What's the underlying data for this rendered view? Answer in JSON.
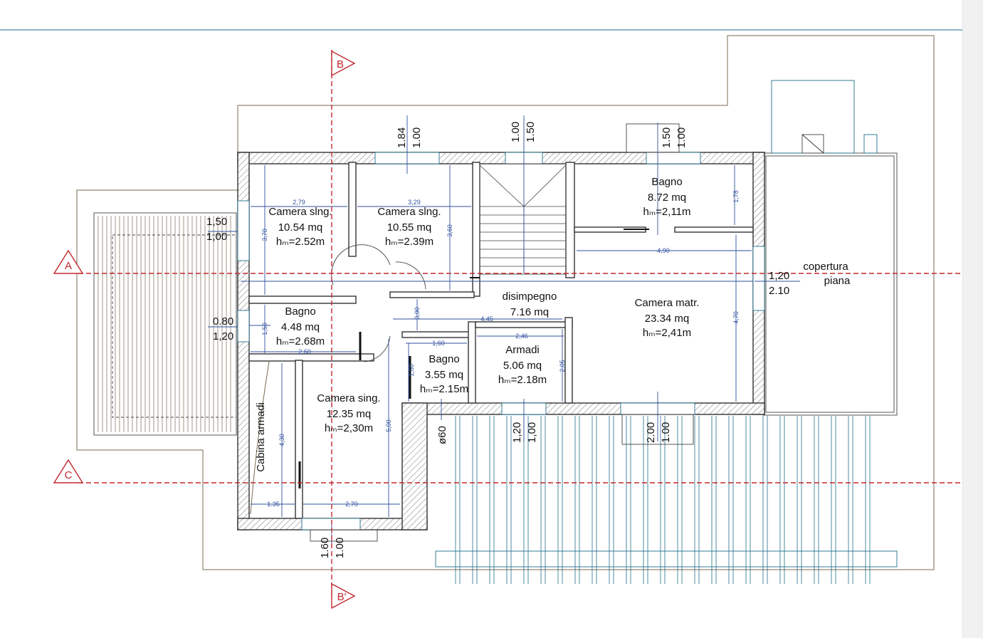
{
  "rooms": [
    {
      "name": "Camera slng.",
      "area": "10.54 mq",
      "height": "hₘ=2.52m"
    },
    {
      "name": "Camera slng.",
      "area": "10.55 mq",
      "height": "hₘ=2.39m"
    },
    {
      "name": "Bagno",
      "area": "8.72 mq",
      "height": "hₘ=2,11m"
    },
    {
      "name": "disimpegno",
      "area": "7.16 mq"
    },
    {
      "name": "Camera matr.",
      "area": "23.34 mq",
      "height": "hₘ=2,41m"
    },
    {
      "name": "Bagno",
      "area": "4.48 mq",
      "height": "hₘ=2.68m"
    },
    {
      "name": "Bagno",
      "area": "3.55 mq",
      "height": "hₘ=2.15m"
    },
    {
      "name": "Armadi",
      "area": "5.06 mq",
      "height": "hₘ=2.18m"
    },
    {
      "name": "Camera sing.",
      "area": "12.35 mq",
      "height": "hₘ=2,30m"
    },
    {
      "name": "Cabina armadi"
    },
    {
      "name": "copertura",
      "line2": "piana"
    }
  ],
  "dimensions": [
    "2,79",
    "3,29",
    "3,70",
    "3,60",
    "1,78",
    "4,90",
    "4,70",
    "0,90",
    "4,45",
    "2,46",
    "2,05",
    "1,60",
    "1,60",
    "1,50",
    "2,60",
    "4,30",
    "5,00",
    "1.35",
    "2,70"
  ],
  "windows": [
    {
      "h": "1.84",
      "w": "1.00"
    },
    {
      "h": "1.00",
      "w": "1.50"
    },
    {
      "h": "1.50",
      "w": "1.00"
    },
    {
      "h": "1,50",
      "w": "1,00"
    },
    {
      "h": "0.80",
      "w": "1,20"
    },
    {
      "h": "1,20",
      "w": "2.10"
    },
    {
      "h": "1,20",
      "w": "1,00"
    },
    {
      "h": "2.00",
      "w": "1.00"
    },
    {
      "h": "1.60",
      "w": "1.00"
    },
    {
      "diameter": "ø60"
    }
  ],
  "sections": [
    {
      "label": "A"
    },
    {
      "label": "C"
    },
    {
      "label": "B"
    },
    {
      "label": "B'"
    }
  ],
  "colors": {
    "walls": "#333333",
    "dimensions": "#2f4f9e",
    "section_lines": "#c0282e",
    "outline": "#7a6a52",
    "top_rule": "#1f6f8b"
  }
}
